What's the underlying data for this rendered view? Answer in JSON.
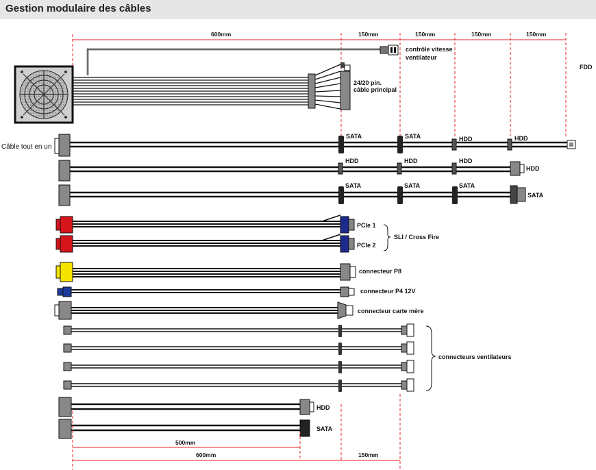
{
  "title": "Gestion modulaire des câbles",
  "dimensions": {
    "top": [
      "600mm",
      "150mm",
      "150mm",
      "150mm",
      "150mm"
    ],
    "bottom": [
      "500mm",
      "600mm",
      "150mm"
    ]
  },
  "labels": {
    "fan_speed_control": [
      "contrôle vitesse",
      "ventilateur"
    ],
    "fdd": "FDD",
    "main_cable": [
      "24/20 pin.",
      "câble principal"
    ],
    "all_in_one_cable": "Câble tout en un",
    "sata": "SATA",
    "hdd": "HDD",
    "pcie1": "PCIe 1",
    "pcie2": "PCIe 2",
    "sli_crossfire": "SLI / Cross Fire",
    "p8": "connecteur P8",
    "p4": "connecteur P4 12V",
    "motherboard": "connecteur carte mère",
    "fan_connectors": "connecteurs ventilateurs"
  },
  "colors": {
    "dimension_line": "#e8202a",
    "pcie_red": "#d6141b",
    "pcie_blue": "#1c2a8c",
    "p8_yellow": "#f5e300",
    "p4_blue": "#1c3a9c",
    "connector_gray": "#7a7a7a",
    "wire_black": "#111111"
  }
}
